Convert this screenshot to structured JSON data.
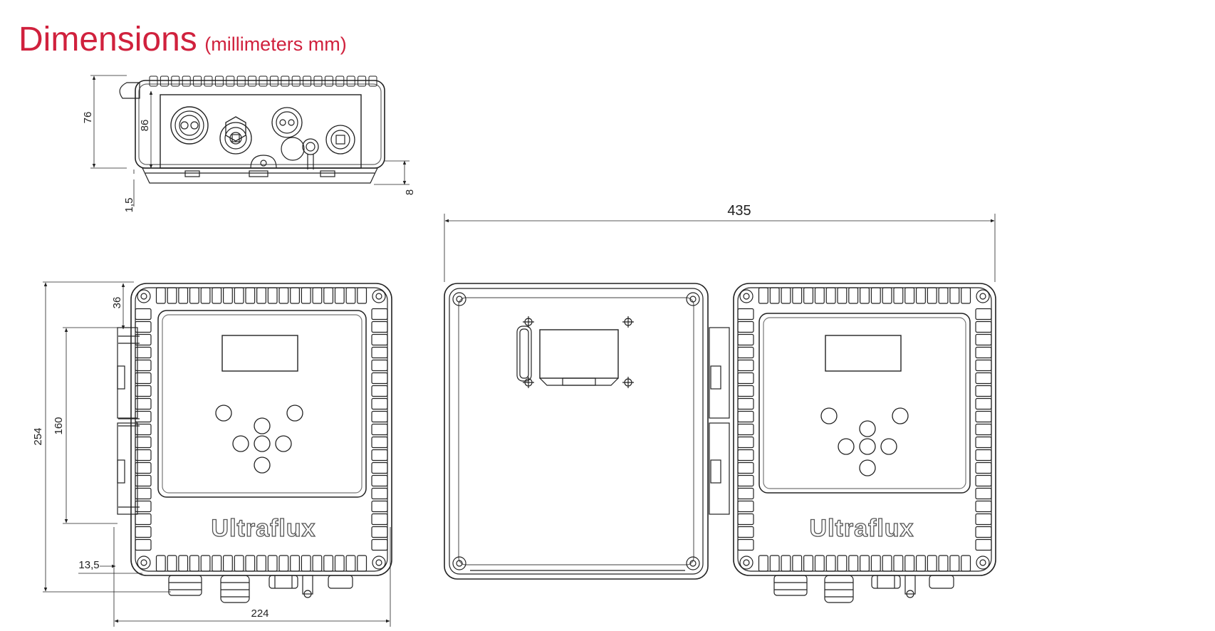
{
  "title": {
    "main": "Dimensions",
    "sub": "(millimeters mm)",
    "color": "#d0213d"
  },
  "dimensions": {
    "side_height": "76",
    "side_inner_height": "86",
    "side_foot": "1,5",
    "side_bracket": "8",
    "total_height": "254",
    "mount_spacing": "160",
    "top_offset": "36",
    "side_offset": "13,5",
    "width": "224",
    "open_width": "435"
  },
  "brand": "Ultraflux"
}
